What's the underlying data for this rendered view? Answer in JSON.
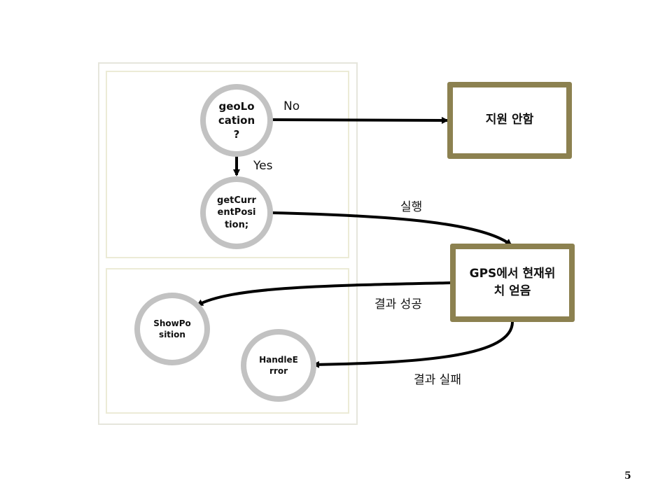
{
  "nodes": {
    "geolocation": "geoLo\ncation\n?",
    "get_current_position": "getCurr\nentPosi\ntion;",
    "show_position": "ShowPo\nsition",
    "handle_error": "HandleE\nrror"
  },
  "boxes": {
    "not_supported": "지원 안함",
    "gps_current": "GPS에서 현재위\n치 얻음"
  },
  "edge_labels": {
    "no": "No",
    "yes": "Yes",
    "execute": "실행",
    "success": "결과 성공",
    "failure": "결과 실패"
  },
  "colors": {
    "node_border": "#c2c2c2",
    "box_border": "#8c8150",
    "frame_border": "#ecebd6",
    "arrow": "#000000"
  },
  "page_number": "5"
}
